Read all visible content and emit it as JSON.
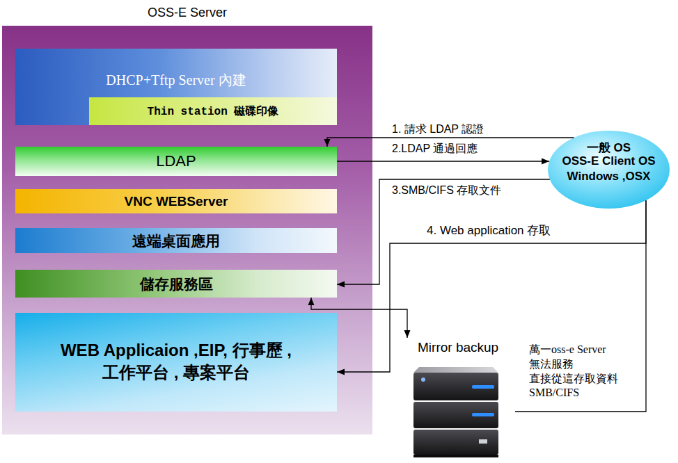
{
  "diagram": {
    "nodes": [
      {
        "text": [
          "OSS-E Server"
        ]
      },
      {
        "text": [
          "DHCP+Tftp Server 內建"
        ],
        "in": 0
      },
      {
        "text": [
          "Thin station 磁碟印像"
        ],
        "in": 1
      },
      {
        "text": [
          "LDAP"
        ],
        "in": 0
      },
      {
        "text": [
          "VNC WEBServer"
        ],
        "in": 0
      },
      {
        "text": [
          "遠端桌面應用"
        ],
        "in": 0
      },
      {
        "text": [
          "儲存服務區"
        ],
        "in": 0
      },
      {
        "text": [
          "WEB Applicaion ,EIP, 行事歷 , 工作平台 , 專案平台"
        ],
        "in": 0
      },
      {
        "text": [
          "一般 OS",
          "OSS-E Client OS",
          "Windows ,OSX"
        ]
      },
      {
        "text": [
          "Mirror backup"
        ]
      }
    ],
    "edges": [
      {
        "from": 8,
        "to": 3,
        "label": "1. 請求 LDAP 認證",
        "arrow": "to"
      },
      {
        "from": 3,
        "to": 8,
        "label": "2.LDAP 通過回應",
        "arrow": "to"
      },
      {
        "from": 8,
        "to": 6,
        "label": "3.SMB/CIFS 存取文件",
        "arrow": "to"
      },
      {
        "from": 8,
        "to": 7,
        "label": "4. Web application 存取",
        "arrow": "to"
      },
      {
        "from": 8,
        "to": 9,
        "arrow": "none"
      },
      {
        "from": 6,
        "to": 9,
        "arrow": "both"
      }
    ],
    "labels": [
      "萬一oss-e Server 無法服務 直接從這存取資料 SMB/CIFS"
    ]
  }
}
